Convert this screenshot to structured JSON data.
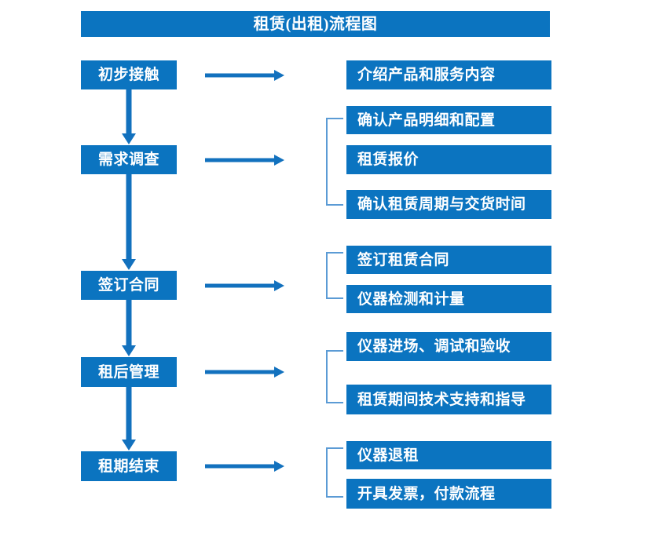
{
  "title": {
    "text": "租赁(出租)流程图",
    "bg_color": "#0B74C0",
    "text_color": "#FFFFFF"
  },
  "theme": {
    "box_blue": "#0B74C0",
    "arrow_blue": "#1271BE",
    "bracket_blue": "#5B9BD5",
    "page_background": "#FFFFFF"
  },
  "flow": {
    "stages": [
      {
        "id": "stage-1",
        "label": "初步接触",
        "details": [
          "介绍产品和服务内容"
        ],
        "bracketed": false
      },
      {
        "id": "stage-2",
        "label": "需求调查",
        "details": [
          "确认产品明细和配置",
          "租赁报价",
          "确认租赁周期与交货时间"
        ],
        "bracketed": true
      },
      {
        "id": "stage-3",
        "label": "签订合同",
        "details": [
          "签订租赁合同",
          "仪器检测和计量"
        ],
        "bracketed": true
      },
      {
        "id": "stage-4",
        "label": "租后管理",
        "details": [
          "仪器进场、调试和验收",
          "租赁期间技术支持和指导"
        ],
        "bracketed": true
      },
      {
        "id": "stage-5",
        "label": "租期结束",
        "details": [
          "仪器退租",
          "开具发票，付款流程"
        ],
        "bracketed": true
      }
    ]
  },
  "details_flat": [
    "介绍产品和服务内容",
    "确认产品明细和配置",
    "租赁报价",
    "确认租赁周期与交货时间",
    "签订租赁合同",
    "仪器检测和计量",
    "仪器进场、调试和验收",
    "租赁期间技术支持和指导",
    "仪器退租",
    "开具发票，付款流程"
  ],
  "connectors": {
    "horizontal_arrow_count": 5,
    "vertical_arrow_count": 4,
    "bracket_count": 4,
    "direction": "left-to-right and top-to-bottom"
  }
}
